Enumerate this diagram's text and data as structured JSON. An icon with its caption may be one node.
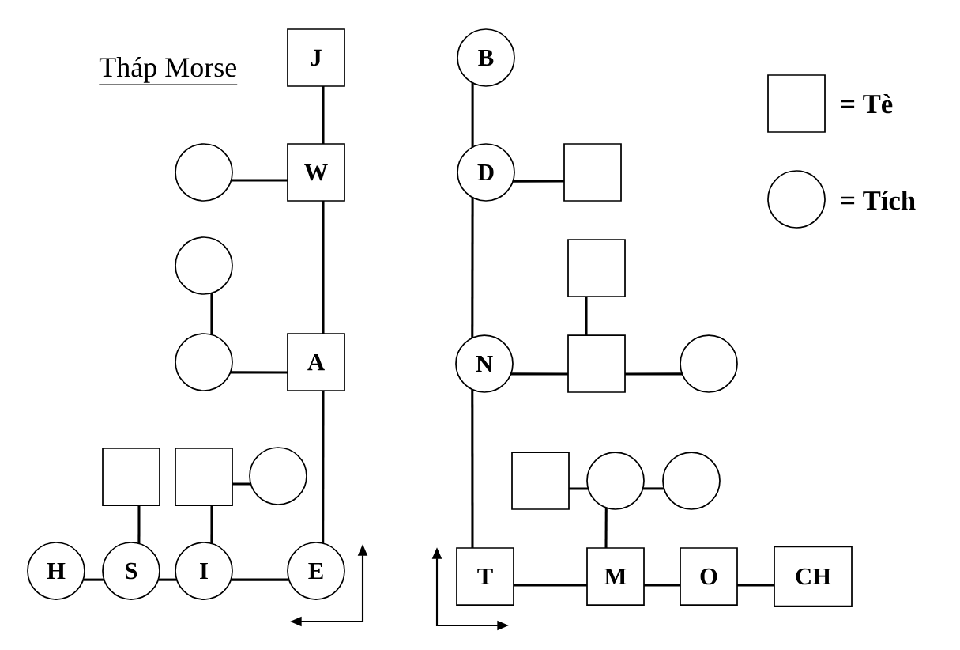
{
  "diagram": {
    "title": "Tháp Morse",
    "nodes": [
      {
        "text": [
          "J"
        ]
      },
      {
        "text": [
          "B"
        ]
      },
      {
        "text": [
          "W"
        ]
      },
      {
        "text": [],
        "shape": "circle"
      },
      {
        "text": [
          "D"
        ]
      },
      {
        "text": [],
        "shape": "box"
      },
      {
        "text": [],
        "shape": "circle"
      },
      {
        "text": [],
        "shape": "box"
      },
      {
        "text": [
          "A"
        ]
      },
      {
        "text": [],
        "shape": "circle"
      },
      {
        "text": [
          "N"
        ]
      },
      {
        "text": [],
        "shape": "box"
      },
      {
        "text": [],
        "shape": "circle"
      },
      {
        "text": [],
        "shape": "box"
      },
      {
        "text": [],
        "shape": "box"
      },
      {
        "text": [],
        "shape": "circle"
      },
      {
        "text": [],
        "shape": "box"
      },
      {
        "text": [],
        "shape": "circle"
      },
      {
        "text": [],
        "shape": "circle"
      },
      {
        "text": [
          "H"
        ]
      },
      {
        "text": [
          "S"
        ]
      },
      {
        "text": [
          "I"
        ]
      },
      {
        "text": [
          "E"
        ]
      },
      {
        "text": [
          "T"
        ]
      },
      {
        "text": [
          "M"
        ]
      },
      {
        "text": [
          "O"
        ]
      },
      {
        "text": [
          "CH"
        ]
      }
    ],
    "edges": [
      {
        "from": 22,
        "to": 8,
        "arrow": "none"
      },
      {
        "from": 8,
        "to": 2,
        "arrow": "none"
      },
      {
        "from": 2,
        "to": 0,
        "arrow": "none"
      },
      {
        "from": 2,
        "to": 3,
        "arrow": "none"
      },
      {
        "from": 8,
        "to": 9,
        "arrow": "none"
      },
      {
        "from": 9,
        "to": 6,
        "arrow": "none"
      },
      {
        "from": 22,
        "to": 21,
        "arrow": "none"
      },
      {
        "from": 21,
        "to": 20,
        "arrow": "none"
      },
      {
        "from": 20,
        "to": 19,
        "arrow": "none"
      },
      {
        "from": 20,
        "to": 13,
        "arrow": "none"
      },
      {
        "from": 21,
        "to": 14,
        "arrow": "none"
      },
      {
        "from": 14,
        "to": 15,
        "arrow": "none"
      },
      {
        "from": 23,
        "to": 10,
        "arrow": "none"
      },
      {
        "from": 10,
        "to": 4,
        "arrow": "none"
      },
      {
        "from": 4,
        "to": 1,
        "arrow": "none"
      },
      {
        "from": 4,
        "to": 5,
        "arrow": "none"
      },
      {
        "from": 10,
        "to": 11,
        "arrow": "none"
      },
      {
        "from": 11,
        "to": 7,
        "arrow": "none"
      },
      {
        "from": 11,
        "to": 12,
        "arrow": "none"
      },
      {
        "from": 23,
        "to": 24,
        "arrow": "none"
      },
      {
        "from": 24,
        "to": 25,
        "arrow": "none"
      },
      {
        "from": 25,
        "to": 26,
        "arrow": "none"
      },
      {
        "from": 24,
        "to": 17,
        "arrow": "none"
      },
      {
        "from": 17,
        "to": 16,
        "arrow": "none"
      },
      {
        "from": 17,
        "to": 18,
        "arrow": "none"
      }
    ],
    "legend": [
      {
        "text": "= Tè"
      },
      {
        "text": "= Tích"
      }
    ]
  }
}
